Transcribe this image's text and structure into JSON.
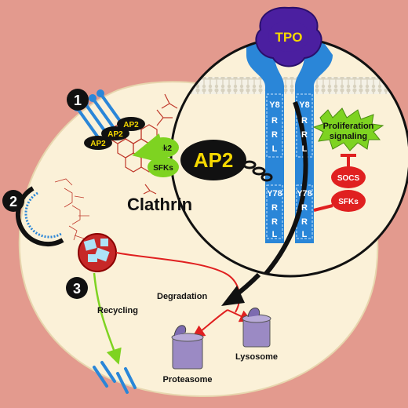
{
  "labels": {
    "tpo": "TPO",
    "proliferation_line1": "Proliferation",
    "proliferation_line2": "signaling",
    "socs": "SOCS",
    "sfks_red": "SFKs",
    "ap2_big": "AP2",
    "jak2": "Jak2",
    "sfks_green": "SFKs",
    "clathrin": "Clathrin",
    "ap2_small": "AP2",
    "recycling": "Recycling",
    "degradation": "Degradation",
    "lysosome": "Lysosome",
    "proteasome": "Proteasome",
    "receptor_left": {
      "y8": "Y8",
      "r1": "R",
      "r2": "R",
      "l": "L",
      "y78": "Y78",
      "r3": "R",
      "r4": "R",
      "l2": "L"
    },
    "receptor_right": {
      "y8": "Y8",
      "r1": "R",
      "r2": "R",
      "l": "L",
      "y78": "Y78",
      "r3": "R",
      "r4": "R",
      "l2": "L"
    }
  },
  "steps": [
    "1",
    "2",
    "3"
  ],
  "colors": {
    "background": "#e39a8e",
    "cell": "#fbf1d8",
    "receptor": "#2a86d8",
    "green": "#7ed321",
    "red": "#e02020",
    "ap2": "#111111",
    "ap2_text": "#f5d800",
    "tpo": "#4b1fa0"
  }
}
